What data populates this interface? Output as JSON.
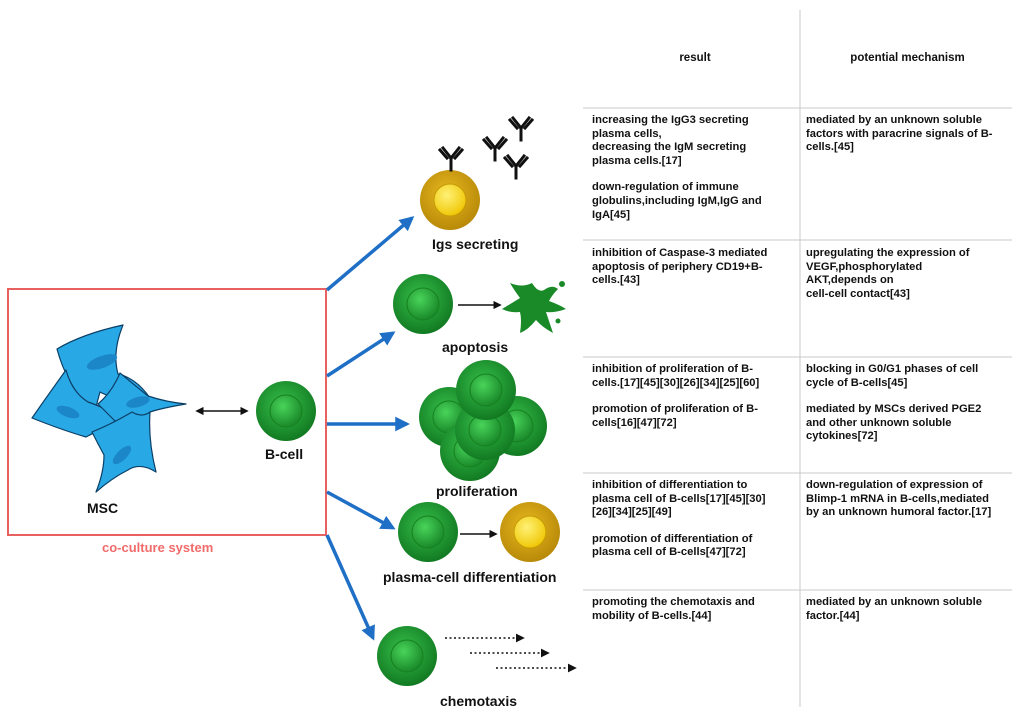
{
  "coculture": {
    "caption": "co-culture system",
    "msc_label": "MSC",
    "bcell_label": "B-cell",
    "caption_color": "#f26b6b"
  },
  "effects": [
    {
      "label": "Igs secreting"
    },
    {
      "label": "apoptosis"
    },
    {
      "label": "proliferation"
    },
    {
      "label": "plasma-cell differentiation"
    },
    {
      "label": "chemotaxis"
    }
  ],
  "table": {
    "headers": [
      "result",
      "potential mechanism"
    ],
    "rows": [
      {
        "result": [
          "increasing the IgG3 secreting\nplasma cells,\ndecreasing the IgM secreting\nplasma cells.[17]",
          "down-regulation of immune\nglobulins,including IgM,IgG and\nIgA[45]"
        ],
        "mechanism": [
          "mediated by an unknown soluble\nfactors with paracrine signals of B-\ncells.[45]"
        ]
      },
      {
        "result": [
          "inhibition of Caspase-3 mediated\napoptosis of periphery CD19+B-\ncells.[43]"
        ],
        "mechanism": [
          "upregulating the expression of\nVEGF,phosphorylated\nAKT,depends on\ncell-cell contact[43]"
        ]
      },
      {
        "result": [
          "inhibition of proliferation of B-\ncells.[17][45][30][26][34][25][60]",
          "promotion of proliferation of B-\ncells[16][47][72]"
        ],
        "mechanism": [
          "blocking in G0/G1 phases of cell\ncycle of B-cells[45]",
          "mediated by MSCs derived PGE2\nand other unknown soluble\ncytokines[72]"
        ]
      },
      {
        "result": [
          "inhibition of differentiation to\nplasma cell of B-cells[17][45][30]\n[26][34][25][49]",
          "promotion of differentiation of\nplasma cell of B-cells[47][72]"
        ],
        "mechanism": [
          "down-regulation of expression of\nBlimp-1 mRNA in B-cells,mediated\nby an unknown humoral factor.[17]"
        ]
      },
      {
        "result": [
          "promoting the chemotaxis and\nmobility of B-cells.[44]"
        ],
        "mechanism": [
          "mediated by an unknown soluble\nfactor.[44]"
        ]
      }
    ]
  },
  "colors": {
    "arrow": "#1e6fc5",
    "msc": "#29a8e6",
    "bcell": "#1e9a2e",
    "plasma": "#d9a80a",
    "box": "#e86060"
  },
  "icons": [
    "antibody-icon",
    "apoptotic-cell-icon",
    "msc-cell-icon",
    "b-cell-icon",
    "plasma-cell-icon"
  ]
}
